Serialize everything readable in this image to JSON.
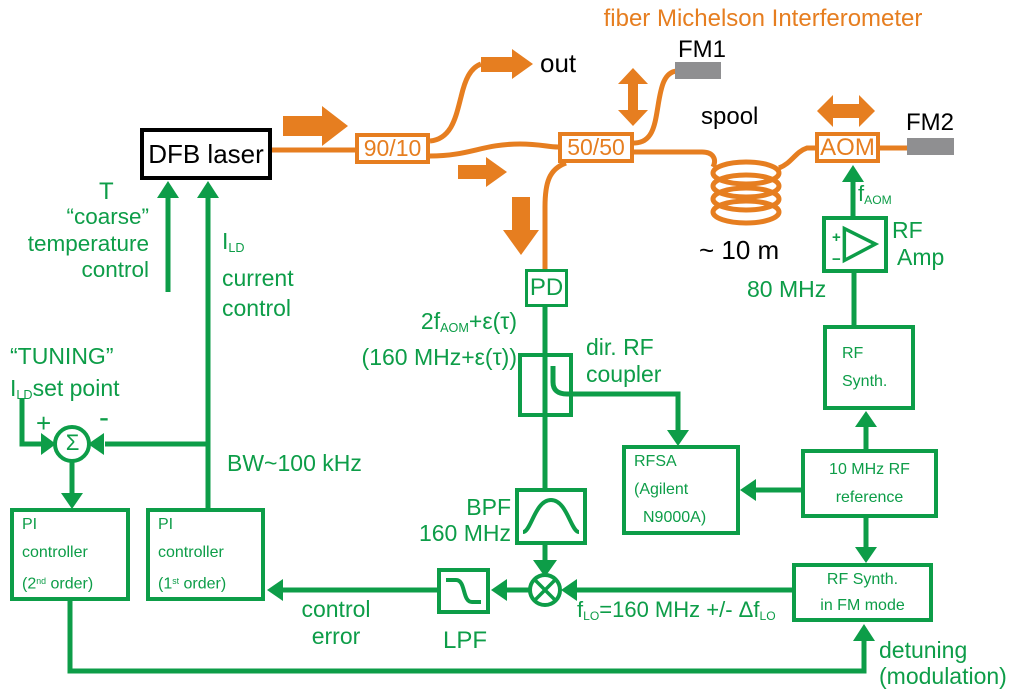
{
  "colors": {
    "orange": "#e67e20",
    "green": "#0d9d48",
    "gray": "#8f8f91",
    "black": "#000000",
    "white": "#ffffff"
  },
  "title": "fiber Michelson Interferometer",
  "dfb": {
    "label": "DFB laser"
  },
  "splitter_9010": {
    "label": "90/10"
  },
  "splitter_5050": {
    "label": "50/50"
  },
  "out": {
    "label": "out"
  },
  "fm1": {
    "label": "FM1"
  },
  "fm2": {
    "label": "FM2"
  },
  "spool": {
    "label": "spool",
    "length": "~ 10 m"
  },
  "aom": {
    "label": "AOM"
  },
  "f_aom": {
    "f": "f",
    "sub": "AOM"
  },
  "rf_amp": {
    "line1": "RF",
    "line2": "Amp",
    "plus": "+",
    "minus": "−",
    "freq": "80 MHz"
  },
  "rf_synth": {
    "line1": "RF",
    "line2": "Synth."
  },
  "reference": {
    "line1": "10 MHz RF",
    "line2": "reference"
  },
  "rfsa": {
    "line1": "RFSA",
    "line2": "(Agilent",
    "line3": "N9000A)"
  },
  "rf_synth_fm": {
    "line1": "RF Synth.",
    "line2": "in FM mode"
  },
  "lo": {
    "f": "f",
    "sub1": "LO",
    "mid": "=160 MHz +/- Δf",
    "sub2": "LO"
  },
  "detuning": {
    "line1": "detuning",
    "line2": "(modulation)"
  },
  "pd": {
    "label": "PD"
  },
  "beat": {
    "p1": "2f",
    "sub": "AOM",
    "p2": "+ε(τ)",
    "line2": "(160 MHz+ε(τ))"
  },
  "dir_coupler": {
    "line1": "dir. RF",
    "line2": "coupler"
  },
  "bpf": {
    "line1": "BPF",
    "line2": "160 MHz"
  },
  "lpf": {
    "label": "LPF"
  },
  "control_error": {
    "line1": "control",
    "line2": "error"
  },
  "pi2": {
    "line1": "PI",
    "line2": "controller",
    "l3a": "(2",
    "l3sup": "nd",
    "l3b": " order)"
  },
  "pi1": {
    "line1": "PI",
    "line2": "controller",
    "l3a": "(1",
    "l3sup": "st",
    "l3b": " order)"
  },
  "sum": {
    "sigma": "Σ",
    "plus": "+",
    "minus": "-"
  },
  "tuning": {
    "line1": "“TUNING”",
    "i": "I",
    "sub": "LD",
    "rest": "set point"
  },
  "temp": {
    "t": "T",
    "line1": "“coarse”",
    "line2": "temperature",
    "line3": "control"
  },
  "current": {
    "i": "I",
    "sub": "LD",
    "line1": "current",
    "line2": "control"
  },
  "bw": {
    "label": "BW~100 kHz"
  }
}
